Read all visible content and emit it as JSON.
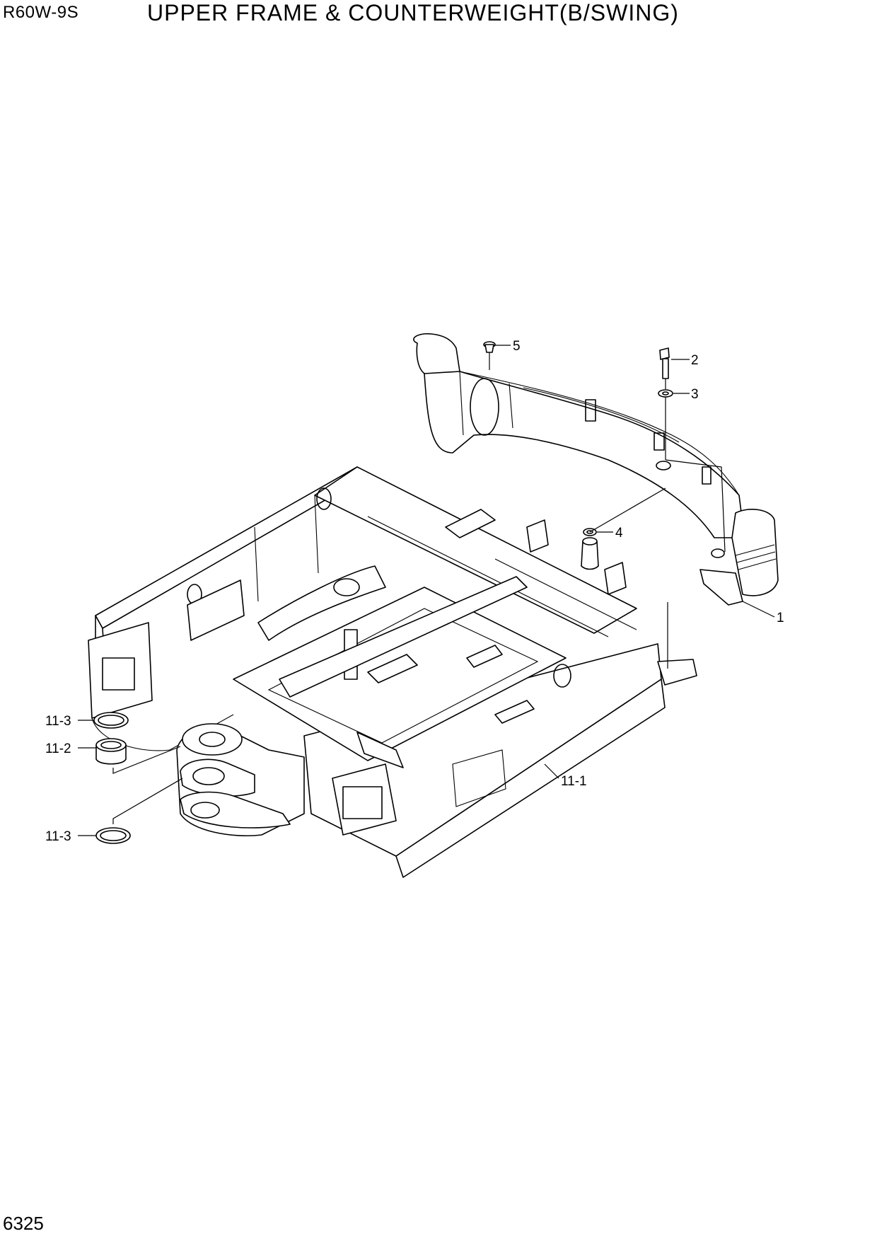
{
  "header": {
    "model": "R60W-9S",
    "title": "UPPER FRAME & COUNTERWEIGHT(B/SWING)"
  },
  "page_number": "6325",
  "callouts": {
    "c1": "1",
    "c2": "2",
    "c3": "3",
    "c4": "4",
    "c5": "5",
    "c11_1": "11-1",
    "c11_2": "11-2",
    "c11_3a": "11-3",
    "c11_3b": "11-3"
  }
}
